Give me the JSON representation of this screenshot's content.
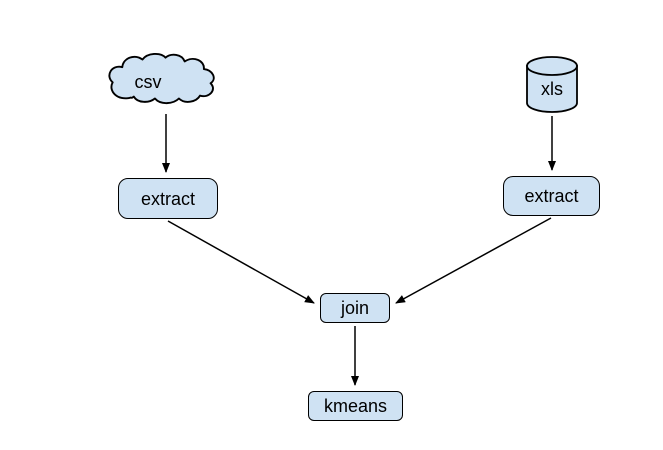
{
  "diagram": {
    "background_color": "#ffffff",
    "node_fill_color": "#cfe2f3",
    "node_border_color": "#000000",
    "arrow_color": "#000000",
    "nodes": {
      "csv": {
        "label": "csv",
        "shape": "cloud"
      },
      "xls": {
        "label": "xls",
        "shape": "cylinder"
      },
      "extract_left": {
        "label": "extract",
        "shape": "rounded-rect"
      },
      "extract_right": {
        "label": "extract",
        "shape": "rounded-rect"
      },
      "join": {
        "label": "join",
        "shape": "rounded-rect"
      },
      "kmeans": {
        "label": "kmeans",
        "shape": "rounded-rect"
      }
    },
    "edges": [
      {
        "from": "csv",
        "to": "extract_left"
      },
      {
        "from": "xls",
        "to": "extract_right"
      },
      {
        "from": "extract_left",
        "to": "join"
      },
      {
        "from": "extract_right",
        "to": "join"
      },
      {
        "from": "join",
        "to": "kmeans"
      }
    ]
  }
}
